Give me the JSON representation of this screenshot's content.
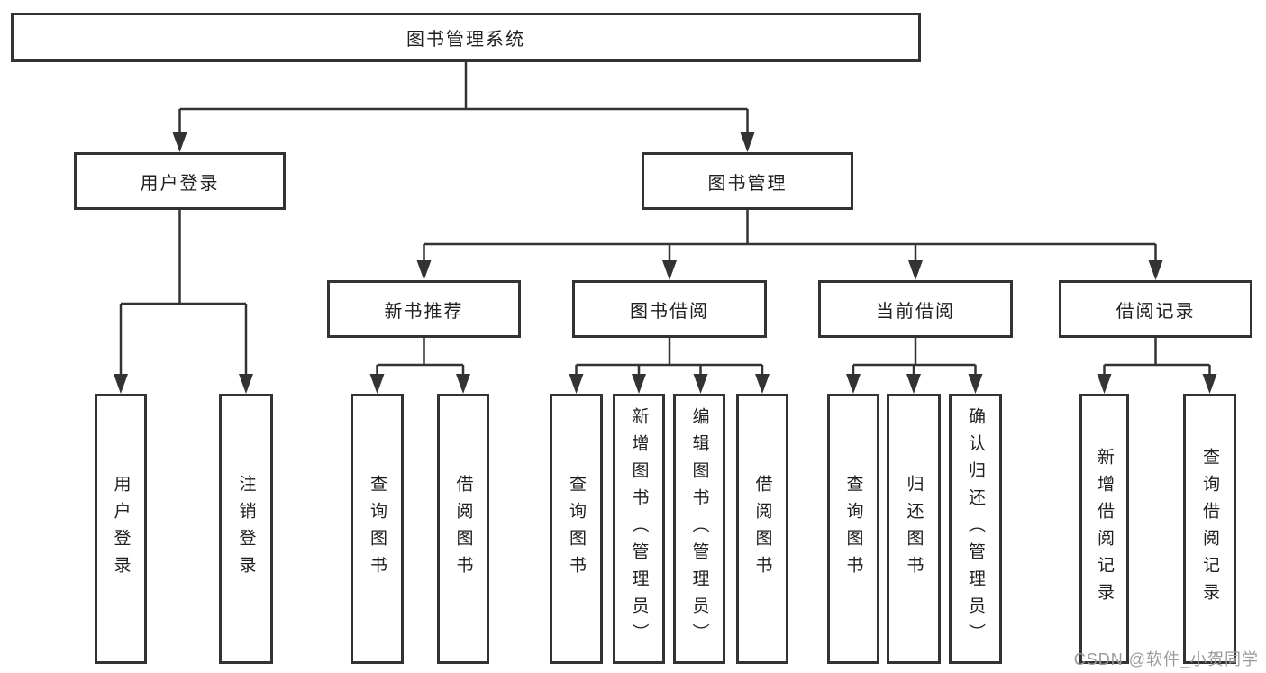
{
  "diagram": {
    "root": {
      "label": "图书管理系统"
    },
    "level2": [
      {
        "label": "用户登录"
      },
      {
        "label": "图书管理"
      }
    ],
    "level3": [
      {
        "label": "新书推荐",
        "parent": "图书管理"
      },
      {
        "label": "图书借阅",
        "parent": "图书管理"
      },
      {
        "label": "当前借阅",
        "parent": "图书管理"
      },
      {
        "label": "借阅记录",
        "parent": "图书管理"
      }
    ],
    "leaves": [
      {
        "label": "用户登录",
        "parent": "用户登录"
      },
      {
        "label": "注销登录",
        "parent": "用户登录"
      },
      {
        "label": "查询图书",
        "parent": "新书推荐"
      },
      {
        "label": "借阅图书",
        "parent": "新书推荐"
      },
      {
        "label": "查询图书",
        "parent": "图书借阅"
      },
      {
        "label": "新增图书（管理员）",
        "parent": "图书借阅"
      },
      {
        "label": "编辑图书（管理员）",
        "parent": "图书借阅"
      },
      {
        "label": "借阅图书",
        "parent": "图书借阅"
      },
      {
        "label": "查询图书",
        "parent": "当前借阅"
      },
      {
        "label": "归还图书",
        "parent": "当前借阅"
      },
      {
        "label": "确认归还（管理员）",
        "parent": "当前借阅"
      },
      {
        "label": "新增借阅记录",
        "parent": "借阅记录"
      },
      {
        "label": "查询借阅记录",
        "parent": "借阅记录"
      }
    ]
  },
  "watermark": {
    "text": "CSDN @软件_小贺同学",
    "color": "#9b9b9b"
  },
  "colors": {
    "line": "#333333",
    "box_border": "#333333",
    "text": "#1f1f1f",
    "background": "#ffffff"
  }
}
